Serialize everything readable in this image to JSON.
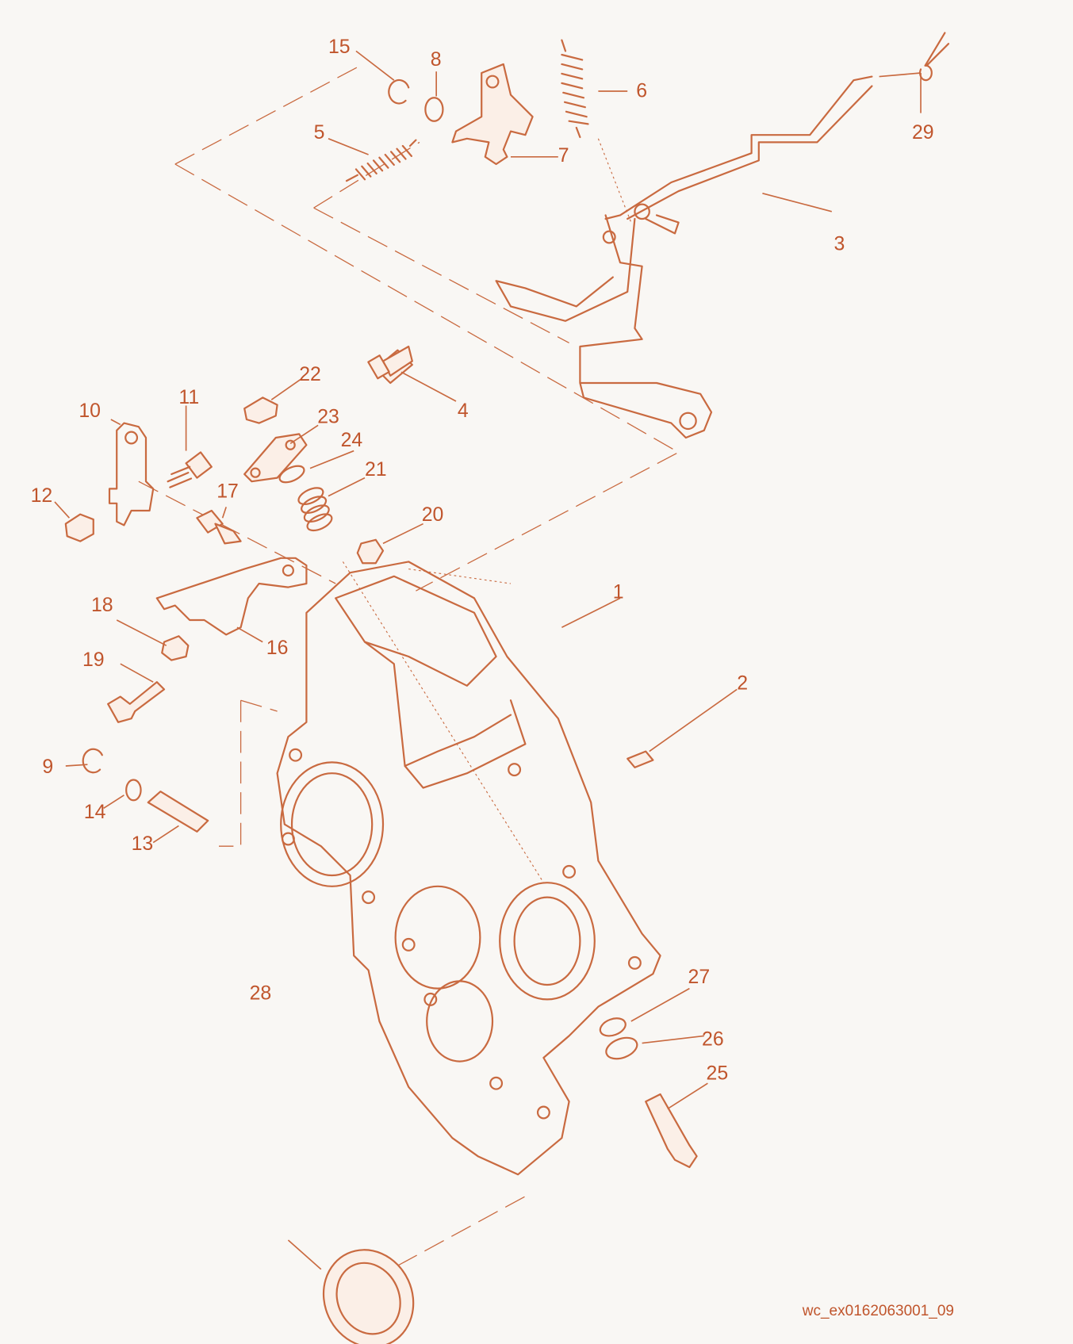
{
  "diagram": {
    "reference_code": "wc_ex0162063001_09",
    "callouts": [
      "1",
      "2",
      "3",
      "4",
      "5",
      "6",
      "7",
      "8",
      "9",
      "10",
      "11",
      "12",
      "13",
      "14",
      "15",
      "16",
      "17",
      "18",
      "19",
      "20",
      "21",
      "22",
      "23",
      "24",
      "25",
      "26",
      "27",
      "28",
      "29"
    ]
  },
  "colors": {
    "line": "#c96a40",
    "text": "#c0552c",
    "background": "#f9f7f4"
  }
}
